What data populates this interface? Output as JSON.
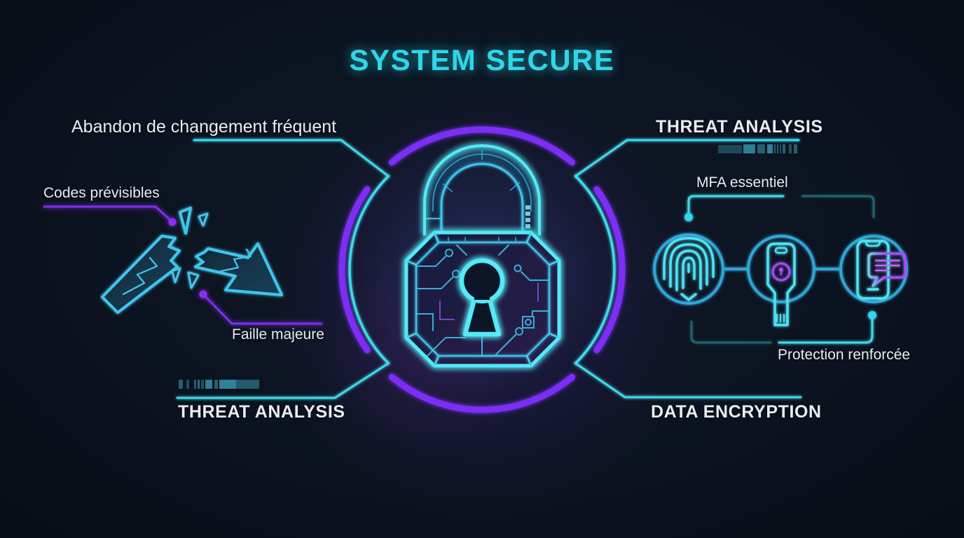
{
  "title": "SYSTEM SECURE",
  "colors": {
    "background": "#0c1320",
    "cyan_accent": "#40d9ea",
    "purple_accent": "#7b2ff5",
    "text": "#e9edf2",
    "bar_teal": "#2f7e96"
  },
  "center": {
    "icon": "circuit-padlock-icon"
  },
  "left": {
    "top_callout": "Abandon de changement fréquent",
    "weakness_1": "Codes prévisibles",
    "weakness_2": "Faille majeure",
    "bottom_callout": "THREAT ANALYSIS",
    "icon": "broken-arrow-icon",
    "decoration": "pixel-bar"
  },
  "right": {
    "top_callout": "THREAT ANALYSIS",
    "mfa_callout": "MFA essentiel",
    "protection_callout": "Protection renforcée",
    "bottom_callout": "DATA ENCRYPTION",
    "icons": [
      {
        "name": "fingerprint-icon"
      },
      {
        "name": "security-key-icon"
      },
      {
        "name": "phone-message-icon"
      }
    ],
    "decoration": "pixel-bar"
  }
}
